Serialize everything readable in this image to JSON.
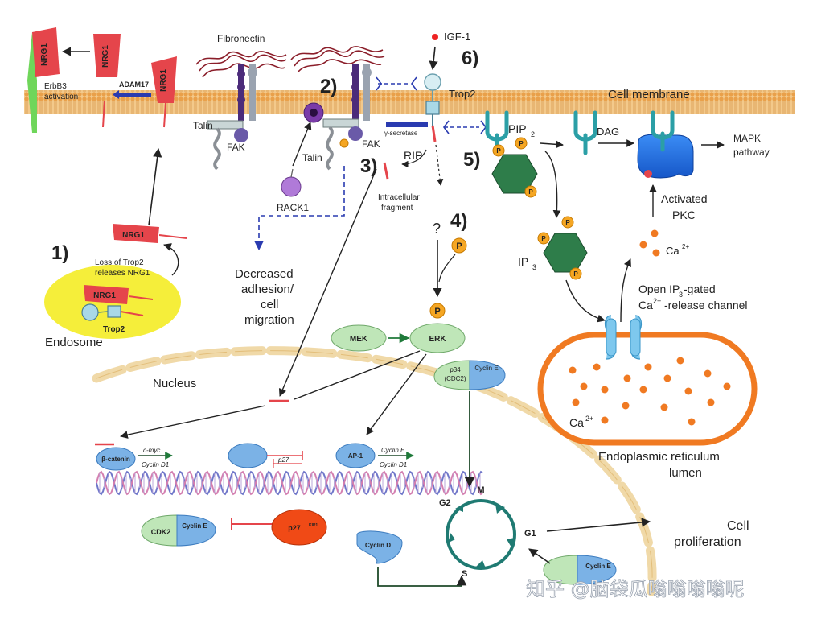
{
  "labels": {
    "fibronectin": "Fibronectin",
    "igf1": "IGF-1",
    "trop2": "Trop2",
    "cell_membrane": "Cell membrane",
    "erbb3_line1": "ErbB3",
    "erbb3_line2": "activation",
    "adam17": "ADAM17",
    "nrg1": "NRG1",
    "talin": "Talin",
    "fak": "FAK",
    "gamma_secretase": "γ-secretase",
    "rip": "RIP",
    "pip2": "PIP",
    "pip2_sub": "2",
    "dag": "DAG",
    "mapk_line1": "MAPK",
    "mapk_line2": "pathway",
    "rack1": "RACK1",
    "intracellular_line1": "Intracellular",
    "intracellular_line2": "fragment",
    "question": "?",
    "activated_pkc_line1": "Activated",
    "activated_pkc_line2": "PKC",
    "ca": "Ca",
    "ca_sup": "2+",
    "ip3": "IP",
    "ip3_sub": "3",
    "open_channel_line1_a": "Open IP",
    "open_channel_line1_sub": "3",
    "open_channel_line1_b": "-gated",
    "open_channel_line2_a": "Ca",
    "open_channel_line2_sup": "2+",
    "open_channel_line2_b": "-release channel",
    "loss_line1": "Loss of Trop2",
    "loss_line2": "releases NRG1",
    "endosome": "Endosome",
    "decreased_line1": "Decreased",
    "decreased_line2": "adhesion/",
    "decreased_line3": "cell",
    "decreased_line4": "migration",
    "nucleus": "Nucleus",
    "mek": "MEK",
    "erk": "ERK",
    "p34_line1": "p34",
    "p34_line2": "(CDC2)",
    "cyclin_e": "Cyclin E",
    "cyclin_d": "Cyclin D",
    "cyclin_d1": "Cyclin D1",
    "beta_catenin": "β-catenin",
    "c_myc": "c-myc",
    "p27": "p27",
    "ap1": "AP-1",
    "cdk2": "CDK2",
    "p27kip1": "p27",
    "p27kip1_sup": "KIP1",
    "er_line1": "Endoplasmic reticulum",
    "er_line2": "lumen",
    "cell_prolif_line1": "Cell",
    "cell_prolif_line2": "proliferation",
    "phase_m": "M",
    "phase_g2": "G2",
    "phase_g1": "G1",
    "phase_s": "S",
    "p": "P",
    "watermark": "知乎 @脑袋瓜嗡嗡嗡嗡呢"
  },
  "steps": {
    "s1": "1)",
    "s2": "2)",
    "s3": "3)",
    "s4": "4)",
    "s5": "5)",
    "s6": "6)"
  },
  "colors": {
    "membrane": "#f3c98b",
    "membrane_stripe": "#e9a04a",
    "nrg1_red": "#e5454b",
    "endosome_yellow": "#f5ee3a",
    "green_node": "#bfe6b8",
    "blue_node": "#7bb2e6",
    "dark_green": "#2e7d4a",
    "orange": "#f07a22",
    "teal": "#2b9fa6",
    "pkc_blue": "#1e6fe0",
    "cycle": "#1f7a72",
    "dna_blue": "#6f76c9",
    "dna_pink": "#d47fb0"
  }
}
